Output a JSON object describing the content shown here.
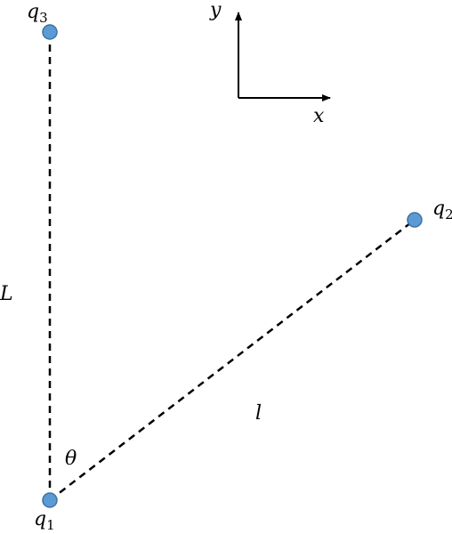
{
  "diagram": {
    "charges": [
      {
        "id": "q3",
        "base": "q",
        "subscript": "3"
      },
      {
        "id": "q2",
        "base": "q",
        "subscript": "2"
      },
      {
        "id": "q1",
        "base": "q",
        "subscript": "1"
      }
    ],
    "segments": {
      "vertical_label": "L",
      "diagonal_label": "l"
    },
    "angle_label": "θ",
    "axes": {
      "x_label": "x",
      "y_label": "y"
    },
    "colors": {
      "charge_fill": "#5b9bd5",
      "charge_stroke": "#41719c",
      "line": "#000000"
    }
  }
}
